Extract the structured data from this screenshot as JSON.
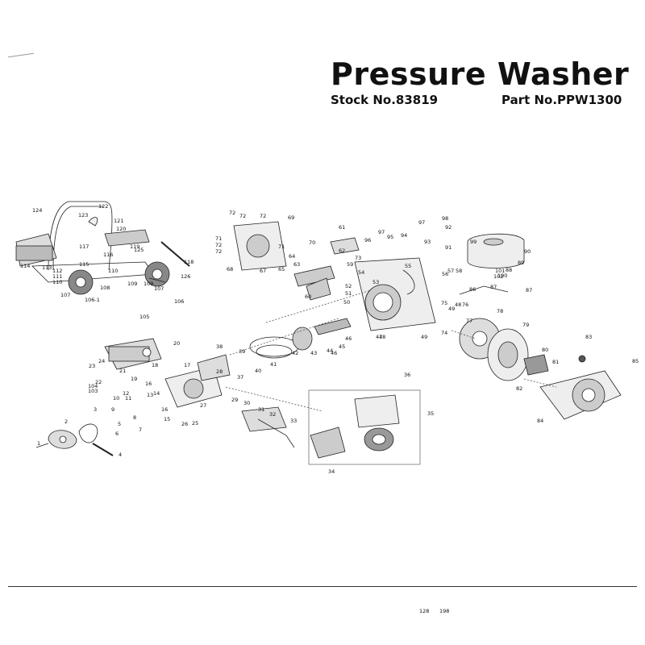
{
  "document": {
    "title": "Pressure Washer",
    "stock_no": "Stock No.83819",
    "part_no": "Part No.PPW1300"
  },
  "diagram": {
    "callouts": [
      "1",
      "2",
      "3",
      "4",
      "5",
      "6",
      "7",
      "8",
      "9",
      "10",
      "11",
      "12",
      "13",
      "14",
      "15",
      "16",
      "16",
      "17",
      "18",
      "19",
      "20",
      "21",
      "22",
      "23",
      "24",
      "25",
      "26",
      "27",
      "28",
      "29",
      "30",
      "31",
      "32",
      "33",
      "34",
      "35",
      "36",
      "37",
      "38",
      "39",
      "40",
      "41",
      "42",
      "43",
      "44",
      "45",
      "46",
      "46",
      "47",
      "48",
      "48",
      "49",
      "49",
      "50",
      "51",
      "52",
      "53",
      "54",
      "55",
      "56",
      "57",
      "58",
      "59",
      "60",
      "61",
      "62",
      "63",
      "64",
      "65",
      "67",
      "68",
      "69",
      "70",
      "71",
      "71",
      "72",
      "72",
      "72",
      "72",
      "72",
      "73",
      "74",
      "75",
      "76",
      "77",
      "78",
      "79",
      "80",
      "81",
      "82",
      "83",
      "84",
      "85",
      "86",
      "87",
      "87",
      "88",
      "89",
      "90",
      "91",
      "92",
      "93",
      "94",
      "95",
      "96",
      "97",
      "97",
      "98",
      "99",
      "100",
      "101",
      "102",
      "103",
      "104",
      "105",
      "106",
      "106-1",
      "107",
      "107",
      "108",
      "109",
      "109",
      "110",
      "110",
      "111",
      "112",
      "113",
      "114",
      "115",
      "116",
      "117",
      "118",
      "119",
      "120",
      "121",
      "122",
      "123",
      "124",
      "125",
      "126",
      "128",
      "198"
    ]
  }
}
